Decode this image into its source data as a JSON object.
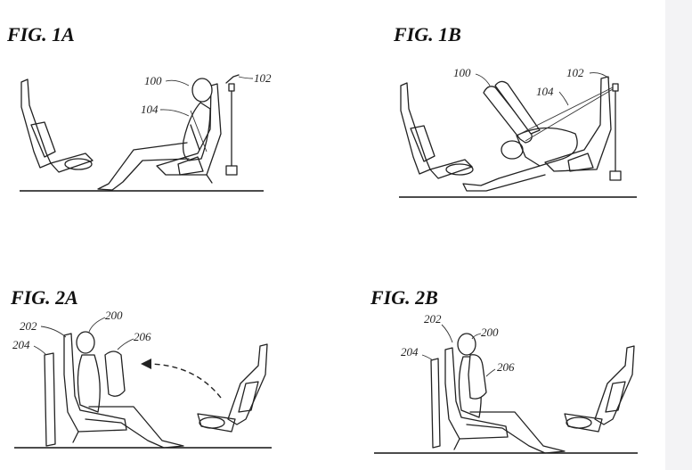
{
  "figures": [
    {
      "id": "1a",
      "title": "FIG. 1A",
      "labels": [
        "100",
        "104",
        "102"
      ]
    },
    {
      "id": "1b",
      "title": "FIG. 1B",
      "labels": [
        "100",
        "102",
        "104"
      ]
    },
    {
      "id": "2a",
      "title": "FIG. 2A",
      "labels": [
        "202",
        "200",
        "204",
        "206"
      ]
    },
    {
      "id": "2b",
      "title": "FIG. 2B",
      "labels": [
        "202",
        "200",
        "204",
        "206"
      ]
    }
  ],
  "colors": {
    "line": "#222222",
    "background": "#ffffff",
    "margin": "#f3f3f5"
  }
}
